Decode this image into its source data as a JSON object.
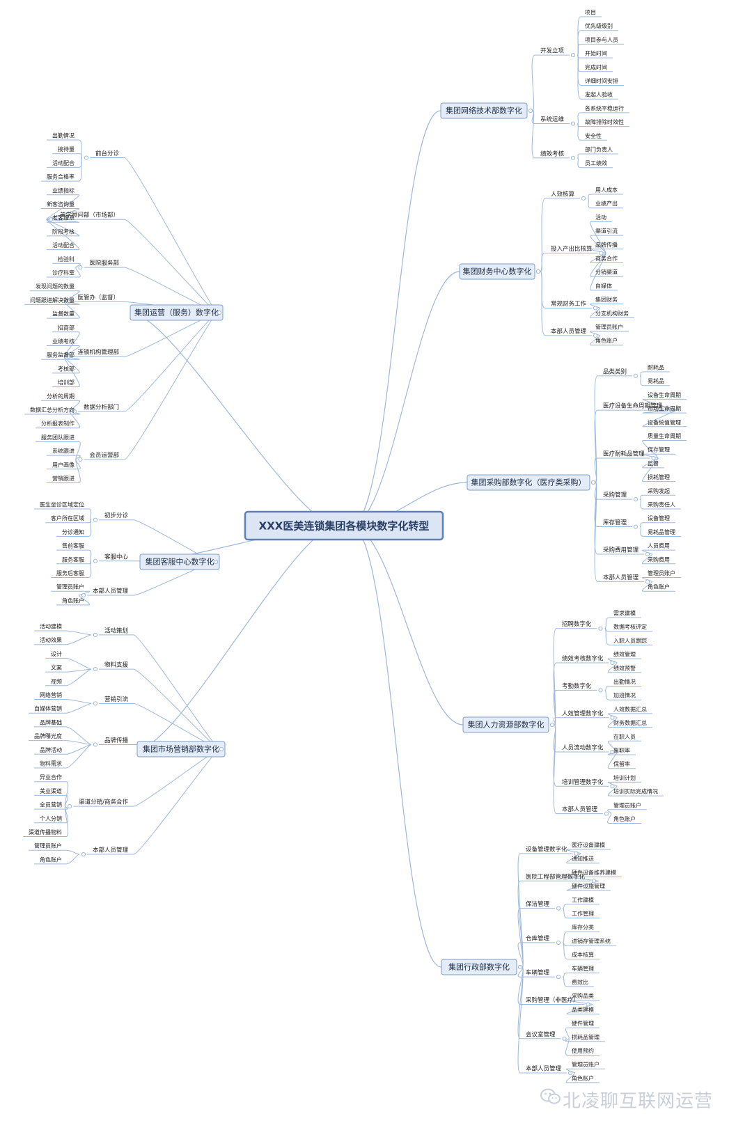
{
  "center": "XXX医美连锁集团各模块数字化转型",
  "watermark": "北凌聊互联网运营",
  "colors": {
    "line": "#9db8dc",
    "box_border": "#7e9ccb",
    "box_fill": "#e4ecf7",
    "center_border": "#5d80b8",
    "center_fill": "#dbe5f3"
  },
  "right": [
    {
      "name": "集团网络技术部数字化",
      "groups": [
        {
          "name": "开发立项",
          "items": [
            "项目",
            "优先级级别",
            "项目参与人员",
            "开始时间",
            "完成时间",
            "详细时间安排",
            "发起人验收"
          ]
        },
        {
          "name": "系统运维",
          "items": [
            "各系统平稳运行",
            "故障排除时效性",
            "安全性"
          ]
        },
        {
          "name": "绩效考核",
          "items": [
            "部门负责人",
            "员工绩效"
          ]
        }
      ]
    },
    {
      "name": "集团财务中心数字化",
      "groups": [
        {
          "name": "人效核算",
          "items": [
            "用人成本",
            "业绩产出"
          ]
        },
        {
          "name": "投入产出比核算",
          "items": [
            "活动",
            "渠道引流",
            "品牌传播",
            "商务合作",
            "分销渠道",
            "自媒体"
          ]
        },
        {
          "name": "常规财务工作",
          "items": [
            "集团财务",
            "分支机构财务"
          ]
        },
        {
          "name": "本部人员管理",
          "items": [
            "管理员账户",
            "角色账户"
          ]
        }
      ]
    },
    {
      "name": "集团采购部数字化（医疗类采购）",
      "groups": [
        {
          "name": "品类类别",
          "items": [
            "耐耗品",
            "易耗品"
          ]
        },
        {
          "name": "医疗设备生命周期管理",
          "items": [
            "设备生命周期",
            "市场生命周期",
            "设备统值管理"
          ]
        },
        {
          "name": "医疗耐耗品管理",
          "items": [
            "质量生命周期",
            "保存管理",
            "监督",
            "损耗管理"
          ]
        },
        {
          "name": "采购管理",
          "items": [
            "采购发起",
            "采购责任人"
          ]
        },
        {
          "name": "库存管理",
          "items": [
            "设备管理",
            "易耗品管理"
          ]
        },
        {
          "name": "采购费用管理",
          "items": [
            "人员费用",
            "采购费用"
          ]
        },
        {
          "name": "本部人员管理",
          "items": [
            "管理员账户",
            "角色账户"
          ]
        }
      ]
    },
    {
      "name": "集团人力资源部数字化",
      "groups": [
        {
          "name": "招聘数字化",
          "items": [
            "需求建模",
            "数据考核评定",
            "入职人员跟踪"
          ]
        },
        {
          "name": "绩效考核数字化",
          "items": [
            "绩效管理",
            "绩效预警"
          ]
        },
        {
          "name": "考勤数字化",
          "items": [
            "出勤情况",
            "加班情况"
          ]
        },
        {
          "name": "人效管理数字化",
          "items": [
            "人效数据汇总",
            "财务数据汇总"
          ]
        },
        {
          "name": "人员流动数字化",
          "items": [
            "在职人员",
            "离职率",
            "保留率"
          ]
        },
        {
          "name": "培训管理数字化",
          "items": [
            "培训计划",
            "培训实际完成情况"
          ]
        },
        {
          "name": "本部人员管理",
          "items": [
            "管理员账户",
            "角色账户"
          ]
        }
      ]
    },
    {
      "name": "集团行政部数字化",
      "groups": [
        {
          "name": "设备管理数字化",
          "items": [
            "医疗设备建模",
            "通知推送"
          ]
        },
        {
          "name": "医院工程部管理数字化",
          "items": [
            "硬件设备维养建模",
            "硬件设施管理"
          ]
        },
        {
          "name": "保洁管理",
          "items": [
            "工作建模",
            "工作管理"
          ]
        },
        {
          "name": "仓库管理",
          "items": [
            "库存分类",
            "进销存管理系统",
            "成本核算"
          ]
        },
        {
          "name": "车辆管理",
          "items": [
            "车辆管理",
            "费效比"
          ]
        },
        {
          "name": "采购管理（非医疗）",
          "items": [
            "采购品类",
            "品类建模"
          ]
        },
        {
          "name": "会议室管理",
          "items": [
            "硬件管理",
            "损耗品管理",
            "使用预约"
          ]
        },
        {
          "name": "本部人员管理",
          "items": [
            "管理员账户",
            "角色账户"
          ]
        }
      ]
    }
  ],
  "left": [
    {
      "name": "集团运营（服务）数字化",
      "groups": [
        {
          "name": "前台分诊",
          "items": [
            "出勤情况",
            "接待量",
            "活动配合",
            "服务合格率"
          ]
        },
        {
          "name": "美学顾问部（市场部）",
          "items": [
            "业绩指标",
            "新客咨询量",
            "老客维系",
            "阶段考核",
            "活动配合"
          ]
        },
        {
          "name": "医院服务部",
          "items": [
            "检验科",
            "诊疗科室"
          ]
        },
        {
          "name": "医管办（监督）",
          "items": [
            "发现问题的数量",
            "问题跟进解决数量",
            "监督数量"
          ]
        },
        {
          "name": "连锁机构管理部",
          "items": [
            "招商部",
            "业绩考核",
            "服务监督部",
            "考核部",
            "培训部"
          ]
        },
        {
          "name": "数据分析部门",
          "items": [
            "分析的周期",
            "数据汇总分析方向",
            "分析报表制作"
          ]
        },
        {
          "name": "会员运营部",
          "items": [
            "服务团队跟进",
            "系统跟进",
            "用户画像",
            "营销跟进"
          ]
        }
      ]
    },
    {
      "name": "集团客服中心数字化",
      "groups": [
        {
          "name": "初步分诊",
          "items": [
            "医生坐诊区域定位",
            "客户所在区域",
            "分诊通知"
          ]
        },
        {
          "name": "客服中心",
          "items": [
            "售前客服",
            "服务客服",
            "服务后客服"
          ]
        },
        {
          "name": "本部人员管理",
          "items": [
            "管理员账户",
            "角色账户"
          ]
        }
      ]
    },
    {
      "name": "集团市场营销部数字化",
      "groups": [
        {
          "name": "活动策划",
          "items": [
            "活动建模",
            "活动效果"
          ]
        },
        {
          "name": "物料支援",
          "items": [
            "设计",
            "文案",
            "视频"
          ]
        },
        {
          "name": "营销引流",
          "items": [
            "网络营销",
            "自媒体营销"
          ]
        },
        {
          "name": "品牌传播",
          "items": [
            "品牌基础",
            "品牌曝光度",
            "品牌活动",
            "物料需求"
          ]
        },
        {
          "name": "渠道分销/商务合作",
          "items": [
            "异业合作",
            "美业渠道",
            "全员营销",
            "个人分销",
            "渠道传播物料"
          ]
        },
        {
          "name": "本部人员管理",
          "items": [
            "管理员账户",
            "角色账户"
          ]
        }
      ]
    }
  ]
}
